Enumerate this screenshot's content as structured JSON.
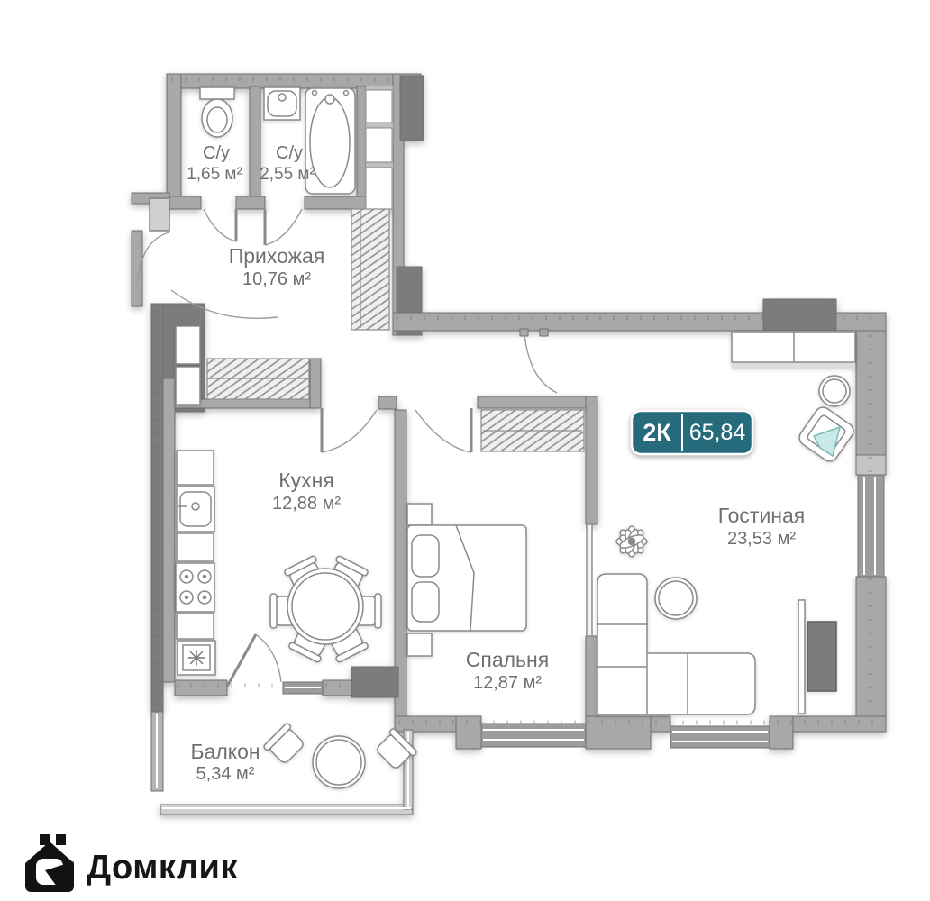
{
  "plan": {
    "badge": {
      "rooms": "2К",
      "area": "65,84"
    },
    "rooms": [
      {
        "id": "bath1",
        "name": "С/у",
        "area": "1,65 м²"
      },
      {
        "id": "bath2",
        "name": "С/у",
        "area": "2,55 м²"
      },
      {
        "id": "hallway",
        "name": "Прихожая",
        "area": "10,76 м²"
      },
      {
        "id": "kitchen",
        "name": "Кухня",
        "area": "12,88 м²"
      },
      {
        "id": "bedroom",
        "name": "Спальня",
        "area": "12,87 м²"
      },
      {
        "id": "living",
        "name": "Гостиная",
        "area": "23,53 м²"
      },
      {
        "id": "balcony",
        "name": "Балкон",
        "area": "5,34 м²"
      }
    ],
    "logo": {
      "text": "Домклик"
    },
    "colors": {
      "badge_teal": "#266b7c",
      "pillow_accent": "#c7eae7",
      "wall": "#a8a8a8",
      "wall_dark": "#7c7c7c"
    }
  }
}
